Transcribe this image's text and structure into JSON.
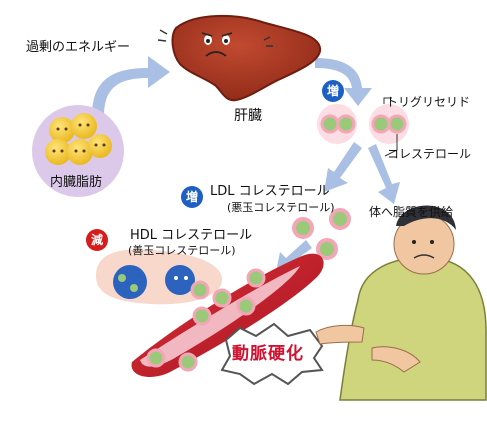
{
  "labels": {
    "excess_energy": "過剰のエネルギー",
    "liver": "肝臓",
    "visceral_fat": "内臓脂肪",
    "triglyceride": "トリグリセリド",
    "cholesterol": "コレステロール",
    "ldl": "LDL コレステロール",
    "ldl_sub": "(悪玉コレステロール)",
    "hdl": "HDL コレステロール",
    "hdl_sub": "(善玉コレステロール)",
    "supply": "体へ脂質を供給",
    "atherosclerosis": "動脈硬化"
  },
  "badges": {
    "increase_liver": "増",
    "increase_ldl": "増",
    "decrease_hdl": "減"
  },
  "colors": {
    "arrow": "#a9bfe3",
    "liver": "#a83822",
    "fat": "#f0cc2f",
    "fat_circle": "#dcc9ea",
    "hdl_bubble": "#f9d8cc",
    "lipo_ring": "#f3a6b7",
    "lipo_core": "#9ac97a",
    "vessel": "#c91d2a",
    "vessel_inner": "#f1b8c2",
    "increase": "#1e5fc4",
    "decrease": "#d81b1b",
    "atherosclerosis_text": "#d3112f",
    "shirt": "#cfd57c"
  }
}
